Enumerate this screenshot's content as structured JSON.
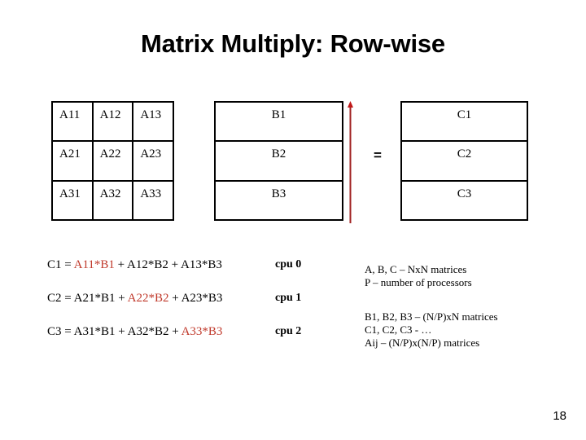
{
  "slide": {
    "title": "Matrix Multiply: Row-wise",
    "page_number": "18"
  },
  "colors": {
    "highlight_red": "#C0392B",
    "arrow_red": "#A02020",
    "border_black": "#000000",
    "background": "#FFFFFF"
  },
  "matrix_a": {
    "name": "A",
    "rows": [
      [
        "A11",
        "A12",
        "A13"
      ],
      [
        "A21",
        "A22",
        "A23"
      ],
      [
        "A31",
        "A32",
        "A33"
      ]
    ]
  },
  "matrix_b": {
    "name": "B",
    "rows": [
      [
        "B1"
      ],
      [
        "B2"
      ],
      [
        "B3"
      ]
    ]
  },
  "matrix_c": {
    "name": "C",
    "rows": [
      [
        "C1"
      ],
      [
        "C2"
      ],
      [
        "C3"
      ]
    ]
  },
  "operator": {
    "equals": "="
  },
  "arrow": {
    "direction": "up",
    "label": "column-broadcast-arrow"
  },
  "equations": [
    {
      "prefix": "C1 = ",
      "highlight": "A11*B1",
      "suffix": " + A12*B2 + A13*B3",
      "cpu": "cpu 0"
    },
    {
      "prefix": "C2 = A21*B1 + ",
      "highlight": "A22*B2",
      "suffix": " + A23*B3",
      "cpu": "cpu 1"
    },
    {
      "prefix": "C3 = A31*B1 + A32*B2 + ",
      "highlight": "A33*B3",
      "suffix": "",
      "cpu": "cpu 2"
    }
  ],
  "notes": {
    "definitions": [
      "A, B, C – NxN matrices",
      "P – number of processors"
    ],
    "blocks": [
      "B1, B2, B3 – (N/P)xN matrices",
      "C1, C2, C3 - …",
      "Aij – (N/P)x(N/P) matrices"
    ]
  }
}
